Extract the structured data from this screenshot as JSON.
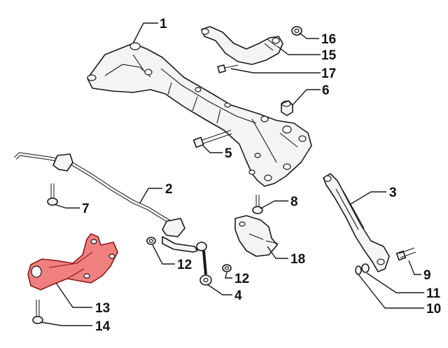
{
  "callouts": [
    {
      "id": "1",
      "label": "1",
      "part": "rear-crossmember"
    },
    {
      "id": "2",
      "label": "2",
      "part": "stabilizer-bar"
    },
    {
      "id": "3",
      "label": "3",
      "part": "trailing-arm"
    },
    {
      "id": "4",
      "label": "4",
      "part": "stabilizer-link"
    },
    {
      "id": "5",
      "label": "5",
      "part": "crossmember-bolt"
    },
    {
      "id": "6",
      "label": "6",
      "part": "bushing"
    },
    {
      "id": "7",
      "label": "7",
      "part": "bracket-bolt"
    },
    {
      "id": "8",
      "label": "8",
      "part": "shield-bolt"
    },
    {
      "id": "9",
      "label": "9",
      "part": "arm-bolt"
    },
    {
      "id": "10",
      "label": "10",
      "part": "washer"
    },
    {
      "id": "11",
      "label": "11",
      "part": "nut"
    },
    {
      "id": "12a",
      "label": "12",
      "part": "link-nut-upper"
    },
    {
      "id": "12b",
      "label": "12",
      "part": "link-nut-lower"
    },
    {
      "id": "13",
      "label": "13",
      "part": "hub-support"
    },
    {
      "id": "14",
      "label": "14",
      "part": "hub-support-bolt"
    },
    {
      "id": "15",
      "label": "15",
      "part": "upper-control-arm"
    },
    {
      "id": "16",
      "label": "16",
      "part": "control-arm-nut"
    },
    {
      "id": "17",
      "label": "17",
      "part": "control-arm-bolt"
    },
    {
      "id": "18",
      "label": "18",
      "part": "heat-shield"
    }
  ],
  "colors": {
    "highlight_fill": "#f08080",
    "highlight_stroke": "#8a1a1a",
    "line": "#1a1a1a",
    "part_fill": "#f4f4f4"
  }
}
